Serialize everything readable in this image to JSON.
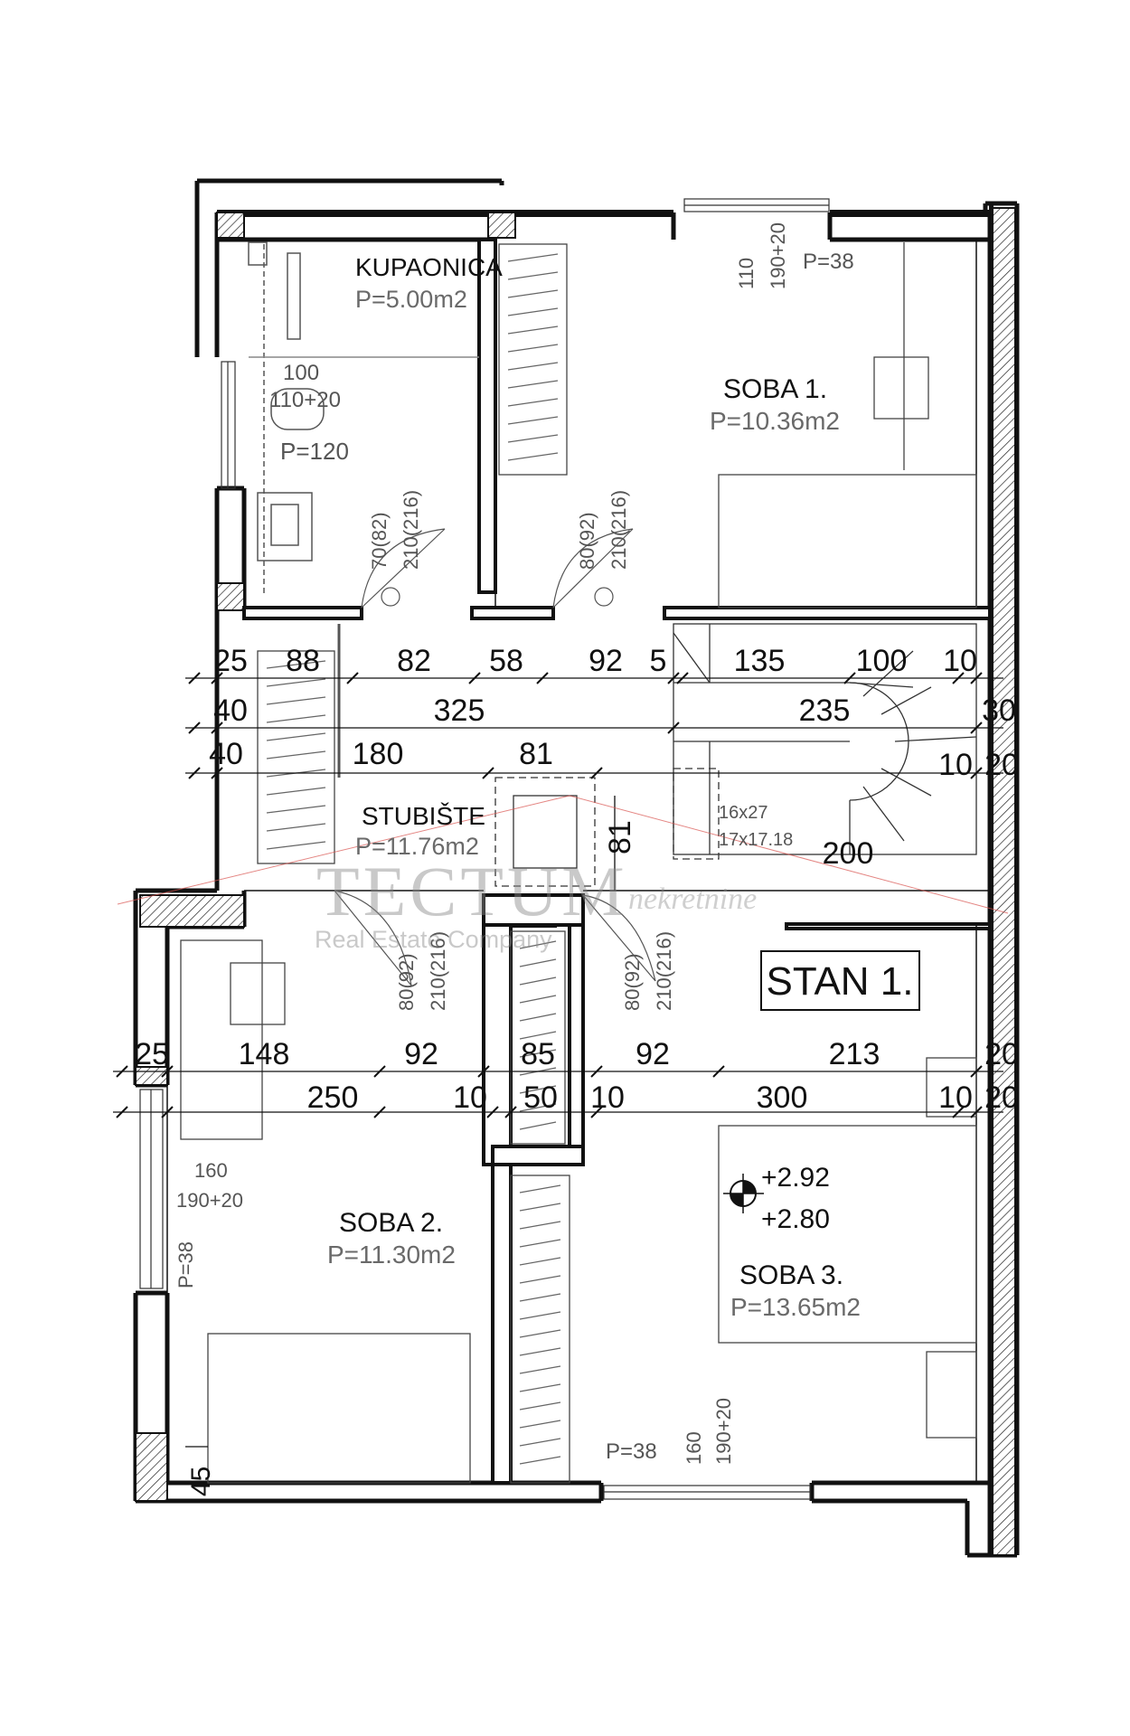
{
  "rooms": {
    "kupaonica": {
      "name": "KUPAONICA",
      "area": "P=5.00m2"
    },
    "soba1": {
      "name": "SOBA 1.",
      "area": "P=10.36m2"
    },
    "stubiste": {
      "name": "STUBIŠTE",
      "area": "P=11.76m2"
    },
    "soba2": {
      "name": "SOBA 2.",
      "area": "P=11.30m2"
    },
    "soba3": {
      "name": "SOBA 3.",
      "area": "P=13.65m2"
    }
  },
  "unit_label": "STAN 1.",
  "elevation": {
    "upper": "+2.92",
    "lower": "+2.80"
  },
  "stair_spec": {
    "line1": "16x27",
    "line2": "17x17.18"
  },
  "windows": {
    "w_top_left": {
      "width": "110",
      "height": "190+20",
      "sill": "P=38"
    },
    "w_bath": {
      "width": "100",
      "height": "110+20",
      "sill": "P=120"
    },
    "w_left": {
      "width": "160",
      "height": "190+20",
      "sill": "P=38"
    },
    "w_bottom": {
      "width": "160",
      "height": "190+20",
      "sill": "P=38"
    }
  },
  "doors": {
    "d_bath": {
      "width": "70(82)",
      "height": "210(216)"
    },
    "d_soba1": {
      "width": "80(92)",
      "height": "210(216)"
    },
    "d_soba2": {
      "width": "80(92)",
      "height": "210(216)"
    },
    "d_soba3": {
      "width": "80(92)",
      "height": "210(216)"
    }
  },
  "dimensions": {
    "row1": [
      "25",
      "88",
      "82",
      "58",
      "92",
      "5",
      "135",
      "100",
      "10"
    ],
    "row2": [
      "40",
      "325",
      "235",
      "30"
    ],
    "row3": [
      "40",
      "180",
      "81",
      "10",
      "20"
    ],
    "stair_81": "81",
    "stair_200": "200",
    "row4": [
      "25",
      "148",
      "92",
      "85",
      "92",
      "213",
      "20"
    ],
    "row5": [
      "250",
      "10",
      "50",
      "10",
      "300",
      "10",
      "20"
    ],
    "bottom_45": "45"
  },
  "watermark": {
    "brand": "TECTUM",
    "tag": "nekretnine",
    "sub": "Real Estate Company"
  }
}
